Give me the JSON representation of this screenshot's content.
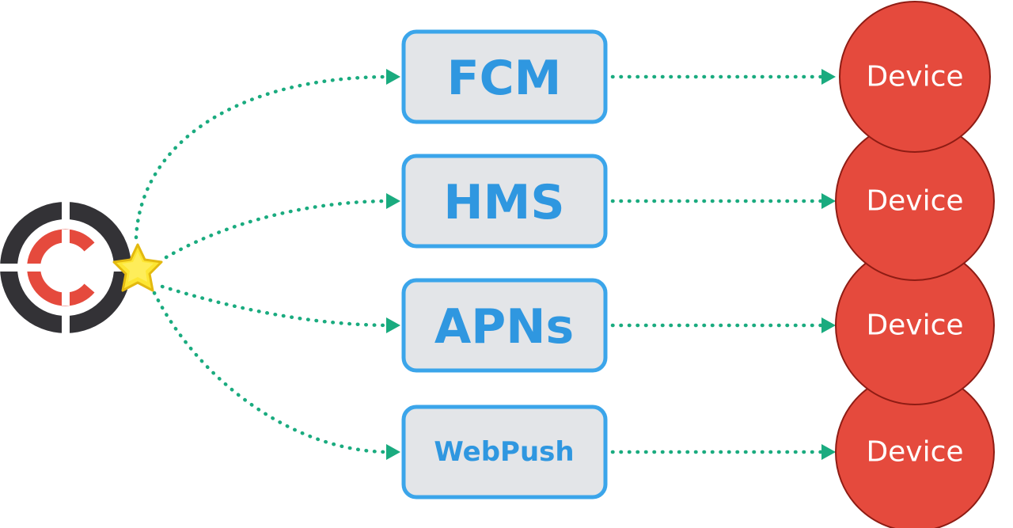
{
  "colors": {
    "connector": "#1aab7f",
    "box_fill": "#e3e5e8",
    "box_border": "#3ba5ea",
    "box_text": "#2f97e0",
    "device_fill": "#e54a3d",
    "device_border": "#8e1c14",
    "logo_ring": "#333236",
    "logo_inner": "#e54a3d",
    "star": "#fde633"
  },
  "source": {
    "logo_icon": "c-ring-logo-icon",
    "origin_icon": "star-icon"
  },
  "services": [
    {
      "label": "FCM"
    },
    {
      "label": "HMS"
    },
    {
      "label": "APNs"
    },
    {
      "label": "WebPush"
    }
  ],
  "devices": [
    {
      "label": "Device"
    },
    {
      "label": "Device"
    },
    {
      "label": "Device"
    },
    {
      "label": "Device"
    }
  ]
}
